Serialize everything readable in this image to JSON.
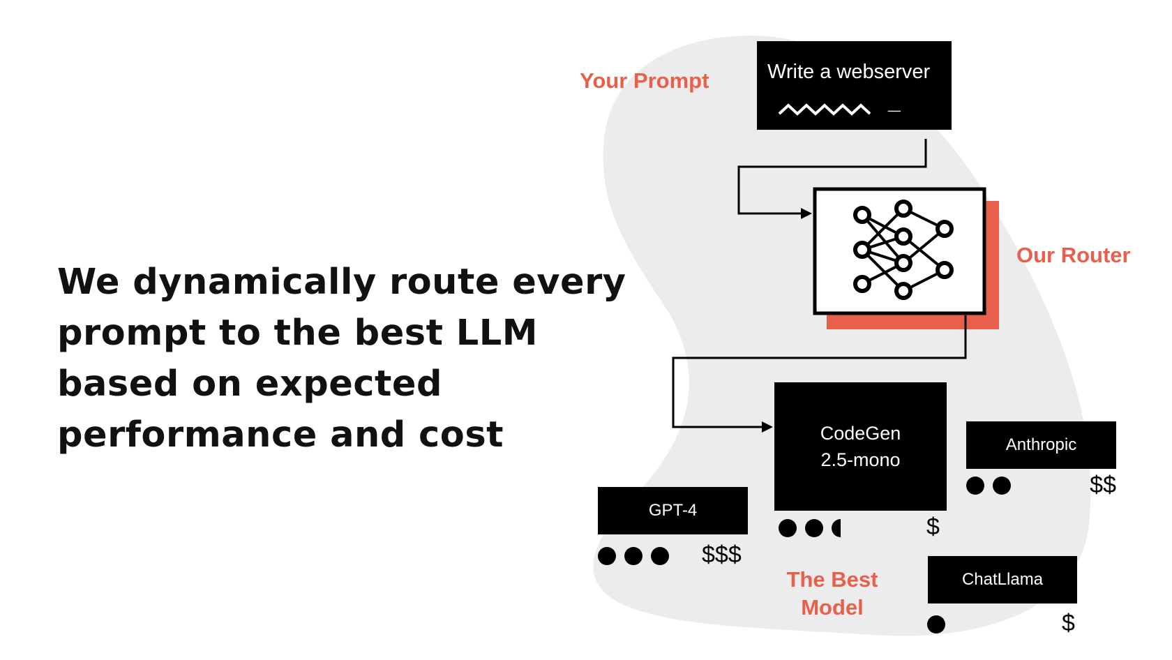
{
  "headline": {
    "lines": [
      "We dynamically route every",
      "prompt to the best LLM",
      "based on expected",
      "performance and cost"
    ]
  },
  "labels": {
    "your_prompt": "Your Prompt",
    "our_router": "Our Router",
    "best_model_1": "The Best",
    "best_model_2": "Model"
  },
  "prompt_box": {
    "text": "Write a webserver",
    "cursor": "_"
  },
  "models": [
    {
      "name": "CodeGen",
      "name2": "2.5-mono",
      "performance": 2.5,
      "price": "$"
    },
    {
      "name": "Anthropic",
      "performance": 2,
      "price": "$$"
    },
    {
      "name": "GPT-4",
      "performance": 3,
      "price": "$$$"
    },
    {
      "name": "ChatLlama",
      "performance": 1,
      "price": "$"
    }
  ],
  "colors": {
    "accent": "#e8604c",
    "blob": "#ececec",
    "box": "#000000"
  }
}
